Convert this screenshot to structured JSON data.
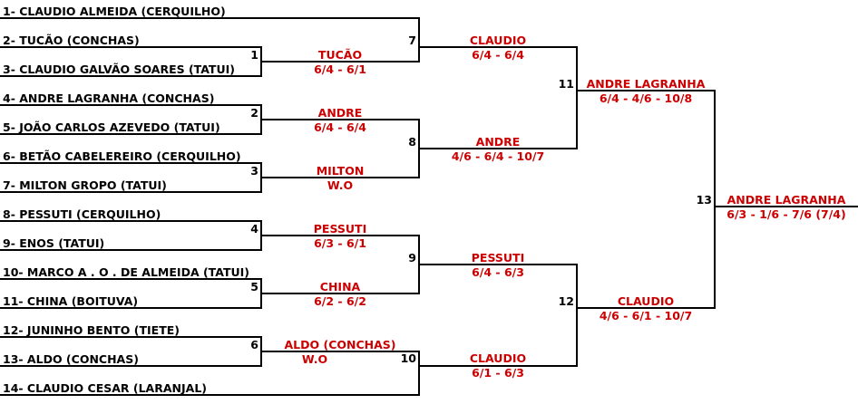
{
  "players": [
    "1- CLAUDIO ALMEIDA (CERQUILHO)",
    "2- TUCÃO (CONCHAS)",
    "3- CLAUDIO GALVÃO SOARES (TATUI)",
    "4- ANDRE LAGRANHA (CONCHAS)",
    "5- JOÃO CARLOS AZEVEDO (TATUI)",
    "6- BETÃO CABELEREIRO (CERQUILHO)",
    "7- MILTON GROPO (TATUI)",
    "8- PESSUTI (CERQUILHO)",
    "9- ENOS (TATUI)",
    "10- MARCO A . O . DE ALMEIDA (TATUI)",
    "11- CHINA (BOITUVA)",
    "12- JUNINHO BENTO (TIETE)",
    "13- ALDO (CONCHAS)",
    "14- CLAUDIO CESAR (LARANJAL)"
  ],
  "matches": [
    {
      "id": "m1",
      "number": "1",
      "winner": "TUCÃO",
      "score": "6/4 - 6/1"
    },
    {
      "id": "m2",
      "number": "2",
      "winner": "ANDRE",
      "score": "6/4 - 6/4"
    },
    {
      "id": "m3",
      "number": "3",
      "winner": "MILTON",
      "score": "W.O"
    },
    {
      "id": "m4",
      "number": "4",
      "winner": "PESSUTI",
      "score": "6/3 - 6/1"
    },
    {
      "id": "m5",
      "number": "5",
      "winner": "CHINA",
      "score": "6/2 - 6/2"
    },
    {
      "id": "m6",
      "number": "6",
      "winner": "ALDO (CONCHAS)",
      "score": "W.O"
    },
    {
      "id": "m7",
      "number": "7",
      "winner": "CLAUDIO",
      "score": "6/4 - 6/4"
    },
    {
      "id": "m8",
      "number": "8",
      "winner": "ANDRE",
      "score": "4/6 - 6/4 - 10/7"
    },
    {
      "id": "m9",
      "number": "9",
      "winner": "PESSUTI",
      "score": "6/4 - 6/3"
    },
    {
      "id": "m10",
      "number": "10",
      "winner": "CLAUDIO",
      "score": "6/1 - 6/3"
    },
    {
      "id": "m11",
      "number": "11",
      "winner": "ANDRE LAGRANHA",
      "score": "6/4 - 4/6 - 10/8"
    },
    {
      "id": "m12",
      "number": "12",
      "winner": "CLAUDIO",
      "score": "4/6 - 6/1 - 10/7"
    },
    {
      "id": "m13",
      "number": "13",
      "winner": "ANDRE LAGRANHA",
      "score": "6/3 - 1/6 - 7/6 (7/4)"
    }
  ]
}
